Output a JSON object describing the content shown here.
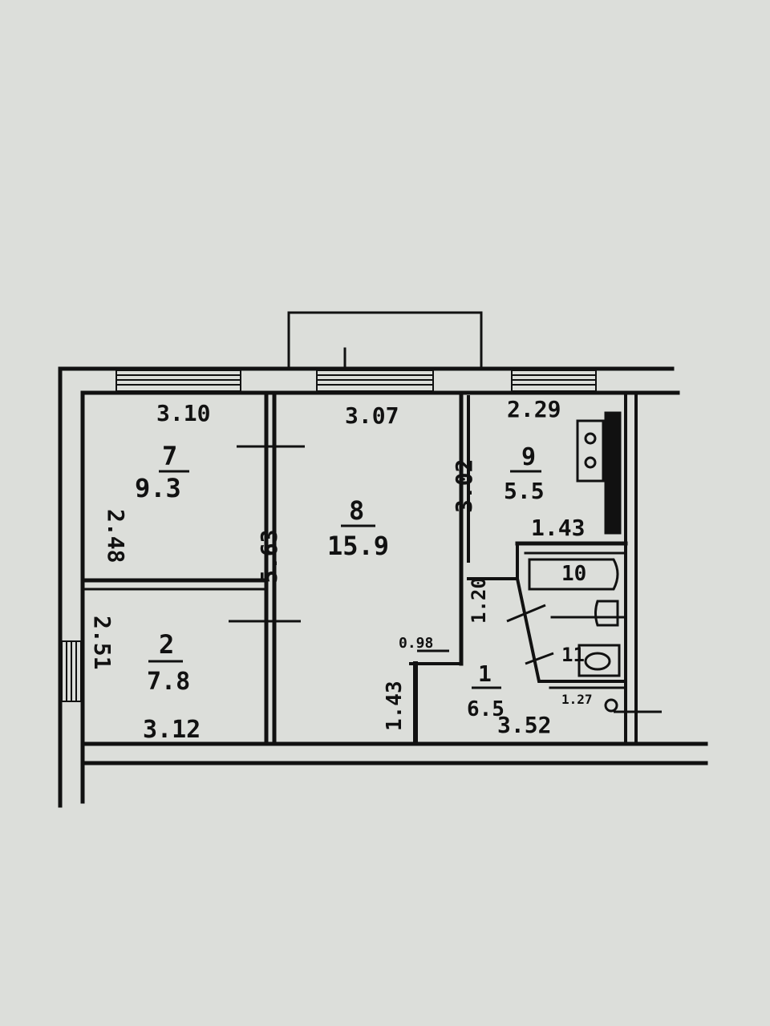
{
  "plan": {
    "rooms": [
      {
        "id": "room-7",
        "number": "7",
        "area": "9.3",
        "width": "3.10",
        "depth": "2.48"
      },
      {
        "id": "room-2",
        "number": "2",
        "area": "7.8",
        "width": "3.12",
        "depth": "2.51"
      },
      {
        "id": "room-8",
        "number": "8",
        "area": "15.9",
        "width": "3.07",
        "depth": "5.63"
      },
      {
        "id": "room-9",
        "number": "9",
        "area": "5.5",
        "width": "2.29",
        "depth": "3.02"
      },
      {
        "id": "room-1",
        "number": "1",
        "area": "6.5",
        "width": "3.52"
      },
      {
        "id": "room-10",
        "number": "10"
      },
      {
        "id": "room-11",
        "number": "11"
      }
    ],
    "dims": {
      "kitchen_lower": "1.43",
      "corridor_1": "1.20",
      "corridor_2": "0.98",
      "corridor_3": "1.43",
      "bath_dim": "1.27"
    }
  }
}
